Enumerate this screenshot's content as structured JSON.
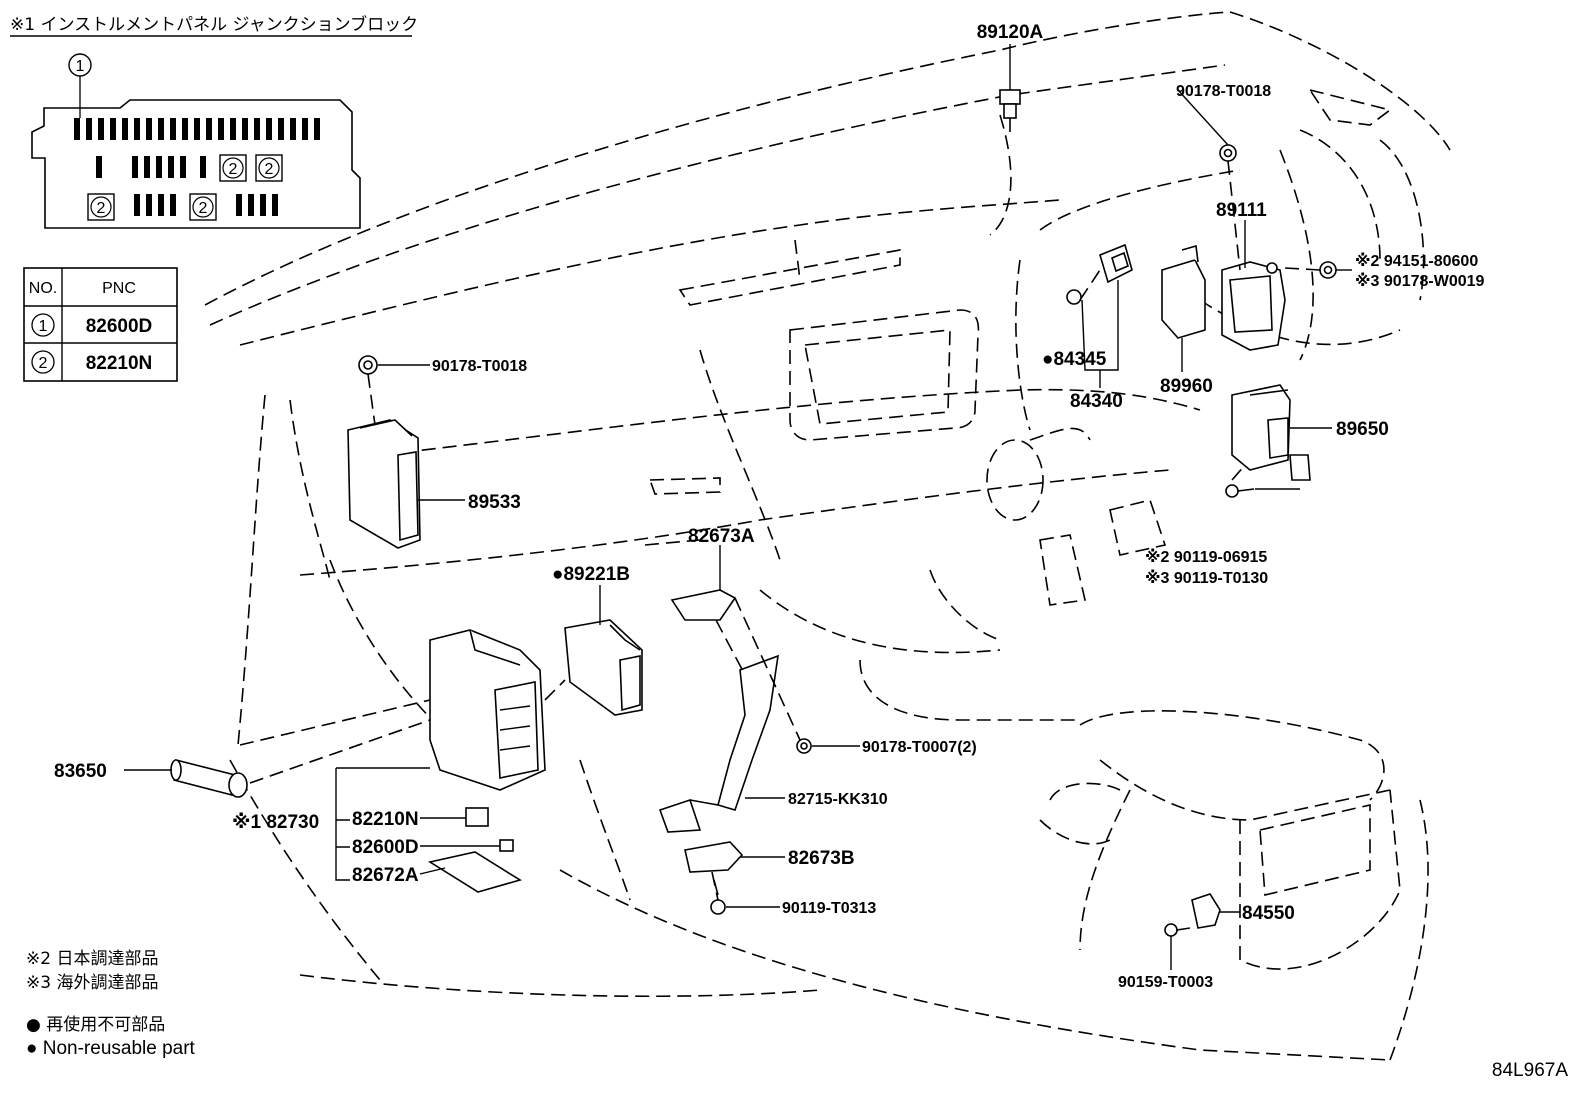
{
  "junction_block": {
    "title": "※1 インストルメントパネル ジャンクションブロック",
    "callout": "1",
    "fuse_marker": "2"
  },
  "table": {
    "headers": [
      "NO.",
      "PNC"
    ],
    "rows": [
      {
        "no": "1",
        "pnc": "82600D"
      },
      {
        "no": "2",
        "pnc": "82210N"
      }
    ]
  },
  "parts": {
    "p89120A": "89120A",
    "p90178_T0018_top": "90178-T0018",
    "p89111": "89111",
    "p94151_80600": "※2 94151-80600",
    "p90178_W0019": "※3 90178-W0019",
    "p84345": "●84345",
    "p84340": "84340",
    "p89960": "89960",
    "p89650": "89650",
    "p90178_T0018_left": "90178-T0018",
    "p89533": "89533",
    "p82673A": "82673A",
    "p89221B": "●89221B",
    "p90119_06915": "※2 90119-06915",
    "p90119_T0130": "※3 90119-T0130",
    "p90178_T0007": "90178-T0007(2)",
    "p83650": "83650",
    "p82730": "※1 82730",
    "p82210N": "82210N",
    "p82600D": "82600D",
    "p82672A": "82672A",
    "p82715_KK310": "82715-KK310",
    "p82673B": "82673B",
    "p90119_T0313": "90119-T0313",
    "p84550": "84550",
    "p90159_T0003": "90159-T0003"
  },
  "legend": {
    "note2": "※2 日本調達部品",
    "note3": "※3 海外調達部品",
    "nonreusable_jp": "● 再使用不可部品",
    "nonreusable_en": "● Non-reusable part"
  },
  "diagram_id": "84L967A"
}
